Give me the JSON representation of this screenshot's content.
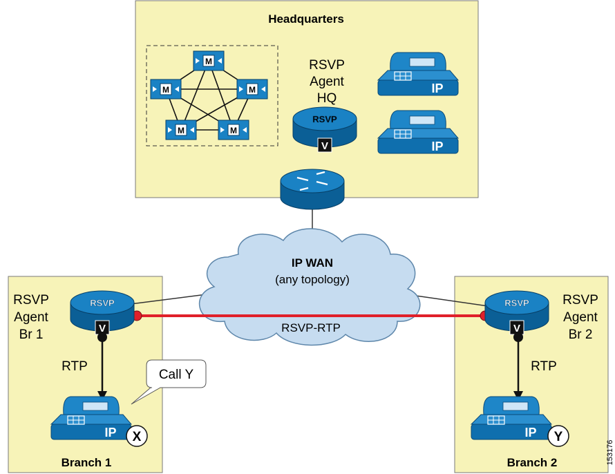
{
  "headquarters": {
    "title": "Headquarters",
    "agent_label": [
      "RSVP",
      "Agent",
      "HQ"
    ]
  },
  "wan": {
    "title": "IP WAN",
    "subtitle": "(any topology)",
    "link_label": "RSVP-RTP"
  },
  "branch1": {
    "title": "Branch 1",
    "agent_label": [
      "RSVP",
      "Agent",
      "Br 1"
    ],
    "rtp_label": "RTP",
    "callout": "Call Y",
    "endpoint_badge": "X"
  },
  "branch2": {
    "title": "Branch 2",
    "agent_label": [
      "RSVP",
      "Agent",
      "Br 2"
    ],
    "rtp_label": "RTP",
    "endpoint_badge": "Y"
  },
  "icon_text": {
    "router_rsvp": "RSVP",
    "router_v": "V",
    "phone_ip": "IP",
    "callmanager_m": "M"
  },
  "figure_id": "153176",
  "colors": {
    "site_fill": "#f7f3b8",
    "cloud_fill": "#c6dcf0",
    "device_blue": "#0f6fae",
    "rsvp_line": "#e0202a"
  }
}
